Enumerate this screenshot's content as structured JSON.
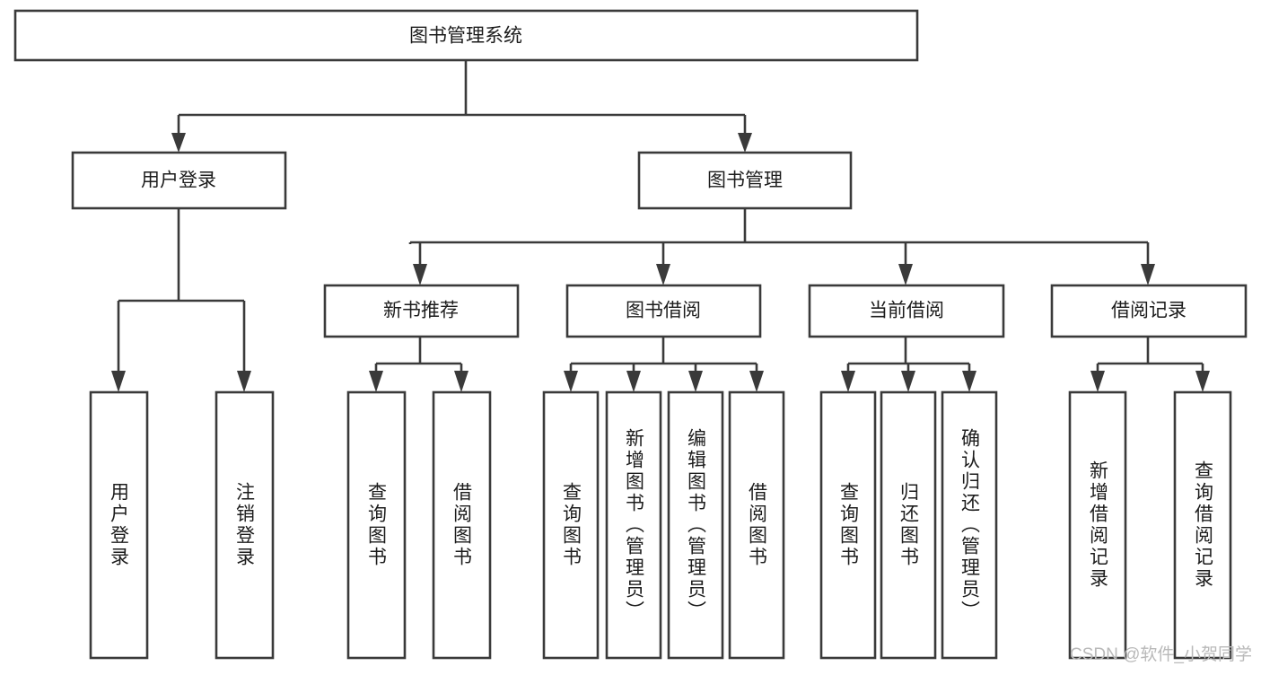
{
  "diagram": {
    "title": "图书管理系统",
    "root": {
      "label": "图书管理系统",
      "orientation": "horizontal"
    },
    "level1": [
      {
        "label": "用户登录",
        "orientation": "horizontal"
      },
      {
        "label": "图书管理",
        "orientation": "horizontal"
      }
    ],
    "level2": [
      {
        "label": "新书推荐",
        "orientation": "horizontal"
      },
      {
        "label": "图书借阅",
        "orientation": "horizontal"
      },
      {
        "label": "当前借阅",
        "orientation": "horizontal"
      },
      {
        "label": "借阅记录",
        "orientation": "horizontal"
      }
    ],
    "leaves": [
      {
        "label": "用户登录",
        "orientation": "vertical",
        "parent": "用户登录"
      },
      {
        "label": "注销登录",
        "orientation": "vertical",
        "parent": "用户登录"
      },
      {
        "label": "查询图书",
        "orientation": "vertical",
        "parent": "新书推荐"
      },
      {
        "label": "借阅图书",
        "orientation": "vertical",
        "parent": "新书推荐"
      },
      {
        "label": "查询图书",
        "orientation": "vertical",
        "parent": "图书借阅"
      },
      {
        "label": "新增图书（管理员）",
        "orientation": "vertical",
        "parent": "图书借阅"
      },
      {
        "label": "编辑图书（管理员）",
        "orientation": "vertical",
        "parent": "图书借阅"
      },
      {
        "label": "借阅图书",
        "orientation": "vertical",
        "parent": "图书借阅"
      },
      {
        "label": "查询图书",
        "orientation": "vertical",
        "parent": "当前借阅"
      },
      {
        "label": "归还图书",
        "orientation": "vertical",
        "parent": "当前借阅"
      },
      {
        "label": "确认归还（管理员）",
        "orientation": "vertical",
        "parent": "当前借阅"
      },
      {
        "label": "新增借阅记录",
        "orientation": "vertical",
        "parent": "借阅记录"
      },
      {
        "label": "查询借阅记录",
        "orientation": "vertical",
        "parent": "借阅记录"
      }
    ]
  },
  "watermark": {
    "text": "CSDN @软件_小贺同学"
  },
  "colors": {
    "stroke": "#3a3a3a",
    "box_fill": "#ffffff",
    "text": "#1c1c1c",
    "watermark": "#b9b9b9",
    "background": "#ffffff"
  }
}
